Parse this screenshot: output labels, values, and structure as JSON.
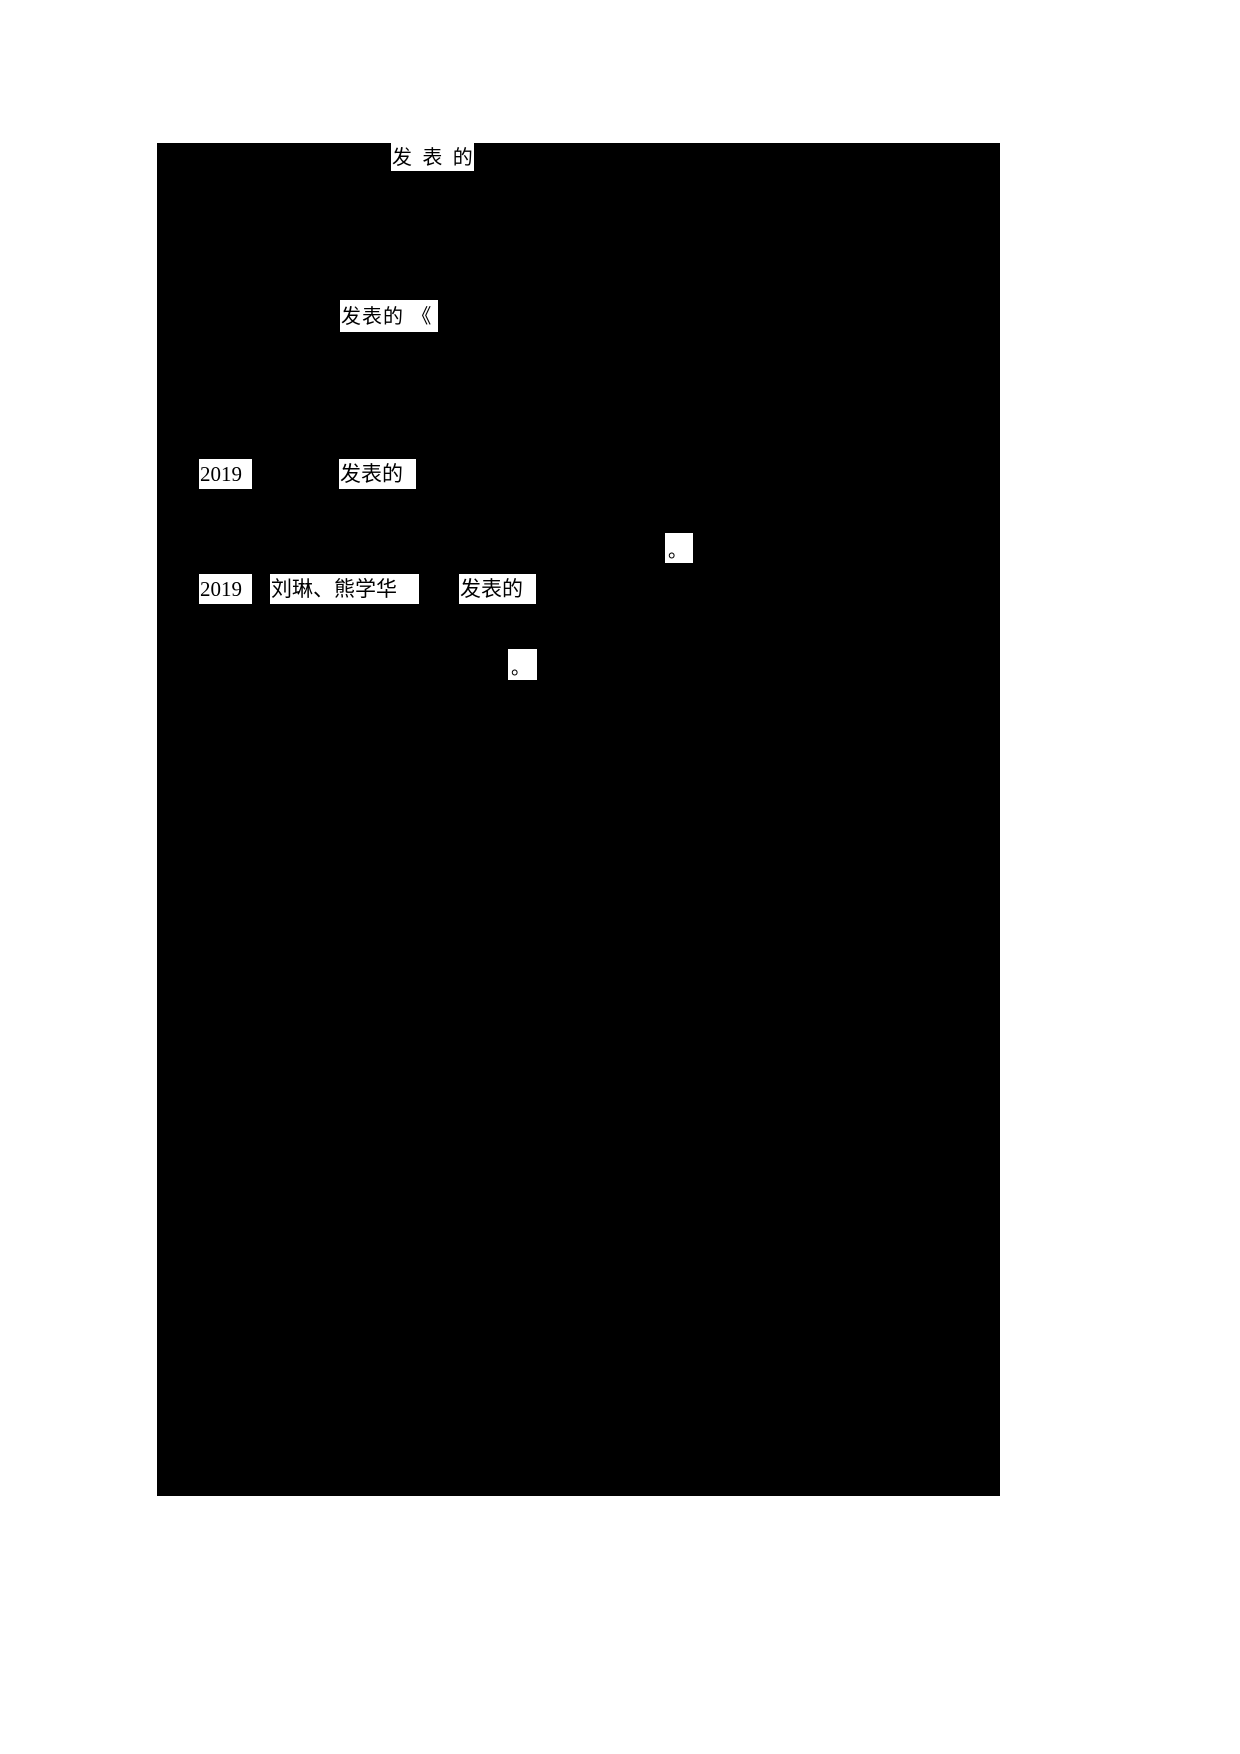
{
  "document": {
    "type": "redacted-page",
    "page_background": "#ffffff",
    "redaction_color": "#000000",
    "text_color": "#000000",
    "reveal_background": "#ffffff"
  },
  "revealed_fragments": [
    {
      "id": "reveal-1",
      "text": "发 表 的",
      "script": "cjk"
    },
    {
      "id": "reveal-2",
      "text": "发表的 《",
      "script": "cjk"
    },
    {
      "id": "reveal-3",
      "text": "2019",
      "script": "latin"
    },
    {
      "id": "reveal-4",
      "text": "发表的",
      "script": "cjk"
    },
    {
      "id": "reveal-5",
      "text": "。",
      "script": "cjk"
    },
    {
      "id": "reveal-6",
      "text": "2019",
      "script": "latin"
    },
    {
      "id": "reveal-7",
      "text": "刘琳、熊学华",
      "script": "cjk"
    },
    {
      "id": "reveal-8",
      "text": "发表的",
      "script": "cjk"
    },
    {
      "id": "reveal-9",
      "text": "。",
      "script": "cjk"
    }
  ]
}
